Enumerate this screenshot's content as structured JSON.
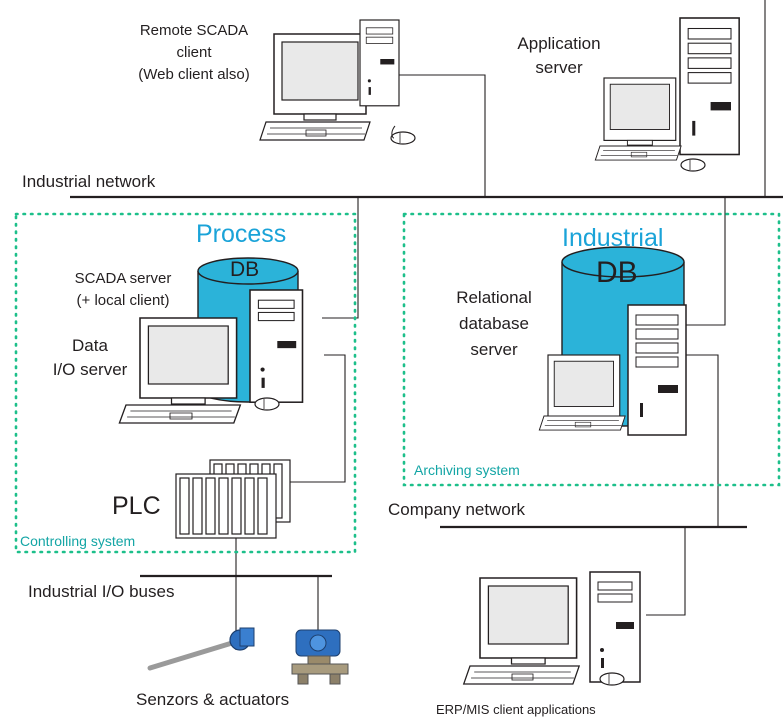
{
  "labels": {
    "remote_client_l1": "Remote SCADA",
    "remote_client_l2": "client",
    "remote_client_l3": "(Web client also)",
    "app_server_l1": "Application",
    "app_server_l2": "server",
    "industrial_network": "Industrial network",
    "process": "Process",
    "process_db": "DB",
    "scada_server_l1": "SCADA server",
    "scada_server_l2": "(+ local client)",
    "data_io_l1": "Data",
    "data_io_l2": "I/O server",
    "plc": "PLC",
    "controlling_system": "Controlling system",
    "industrial": "Industrial",
    "industrial_db": "DB",
    "rdb_l1": "Relational",
    "rdb_l2": "database",
    "rdb_l3": "server",
    "archiving_system": "Archiving system",
    "company_network": "Company network",
    "io_buses": "Industrial I/O buses",
    "sensors": "Senzors & actuators",
    "erp": "ERP/MIS client applications"
  },
  "colors": {
    "accent_blue": "#1aa3d8",
    "db_cylinder": "#2bb3d9",
    "dotted_border": "#1dbf8a",
    "system_label": "#13a5a5",
    "line": "#231f20"
  }
}
